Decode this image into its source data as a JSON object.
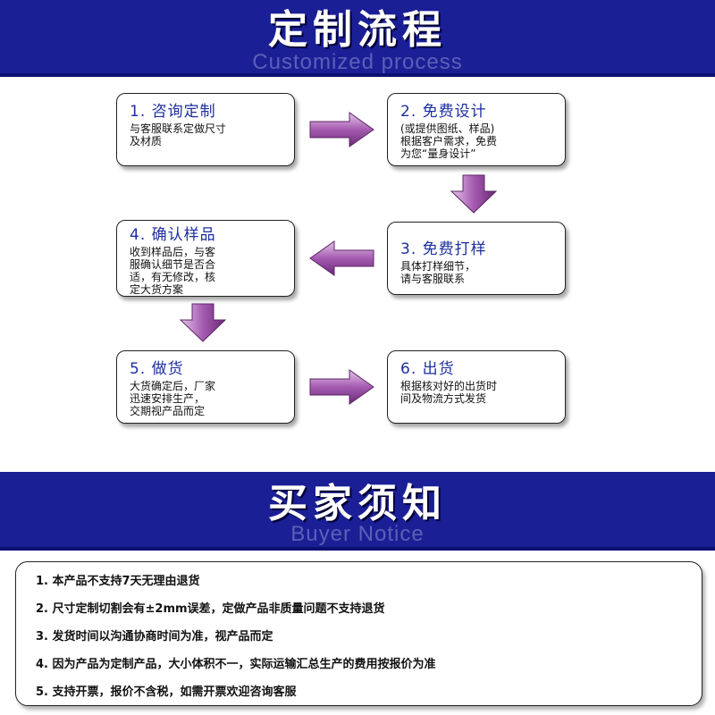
{
  "header_top": {
    "title": "定制流程",
    "subtitle": "Customized process"
  },
  "steps": [
    {
      "title": "1. 咨询定制",
      "desc": "与客服联系定做尺寸\n及材质"
    },
    {
      "title": "2. 免费设计",
      "desc": "(或提供图纸、样品)\n根据客户需求，免费\n为您“量身设计”"
    },
    {
      "title": "3. 免费打样",
      "desc": "具体打样细节，\n请与客服联系"
    },
    {
      "title": "4. 确认样品",
      "desc": "收到样品后，与客\n服确认细节是否合\n适，有无修改，核\n定大货方案"
    },
    {
      "title": "5. 做货",
      "desc": "大货确定后，厂家\n迅速安排生产，\n交期视产品而定"
    },
    {
      "title": "6. 出货",
      "desc": "根据核对好的出货时\n间及物流方式发货"
    }
  ],
  "header_bottom": {
    "title": "买家须知",
    "subtitle": "Buyer Notice"
  },
  "notices": [
    "1. 本产品不支持7天无理由退货",
    "2. 尺寸定制切割会有±2mm误差，定做产品非质量问题不支持退货",
    "3. 发货时间以沟通协商时间为准，视产品而定",
    "4. 因为产品为定制产品，大小体积不一，实际运输汇总生产的费用按报价为准",
    "5. 支持开票，报价不含税，如需开票欢迎咨询客服"
  ],
  "colors": {
    "banner": "#1a1f96",
    "arrow": "#8a3f96",
    "step_title": "#1d2fa0"
  }
}
